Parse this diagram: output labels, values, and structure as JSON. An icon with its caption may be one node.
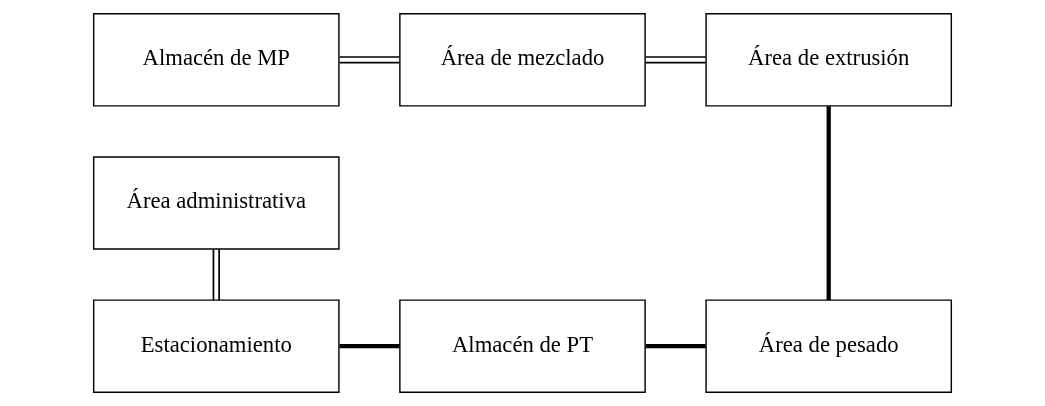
{
  "diagram": {
    "nodes": [
      {
        "text": [
          "Almacén de MP"
        ]
      },
      {
        "text": [
          "Área de mezclado"
        ]
      },
      {
        "text": [
          "Área de extrusión"
        ]
      },
      {
        "text": [
          "Área administrativa"
        ]
      },
      {
        "text": [
          "Estacionamiento"
        ]
      },
      {
        "text": [
          "Almacén de PT"
        ]
      },
      {
        "text": [
          "Área de pesado"
        ]
      }
    ],
    "edges": [
      {
        "from": 0,
        "to": 1,
        "arrow": "none"
      },
      {
        "from": 1,
        "to": 2,
        "arrow": "none"
      },
      {
        "from": 2,
        "to": 6,
        "arrow": "none",
        "style": "thick"
      },
      {
        "from": 3,
        "to": 4,
        "arrow": "none"
      },
      {
        "from": 4,
        "to": 5,
        "arrow": "none",
        "style": "thick"
      },
      {
        "from": 5,
        "to": 6,
        "arrow": "none",
        "style": "thick"
      }
    ]
  }
}
